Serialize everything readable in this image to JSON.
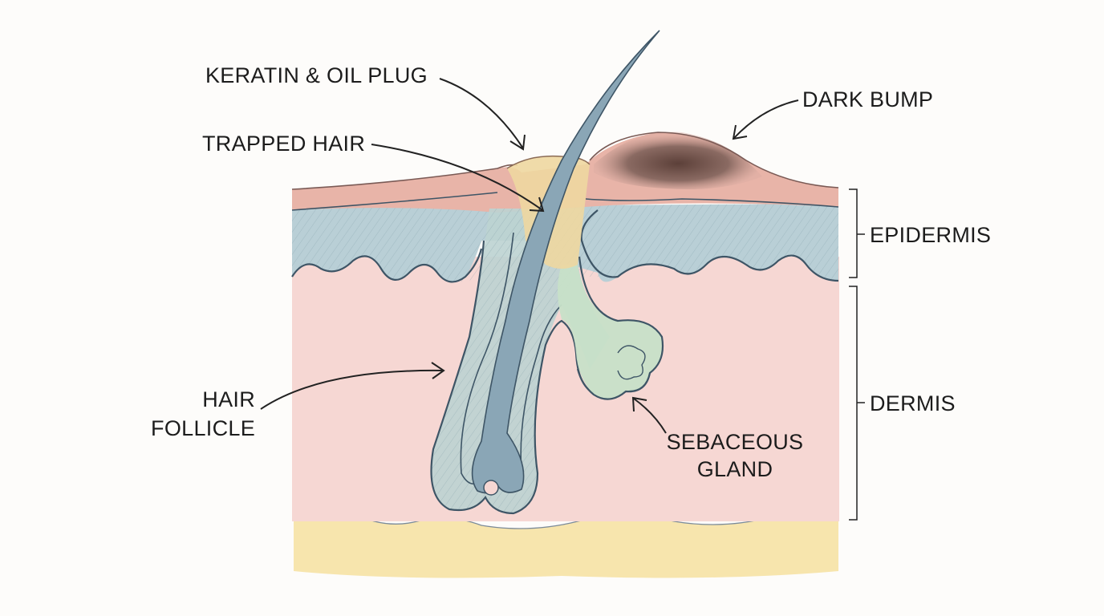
{
  "labels": {
    "plug": "KERATIN & OIL PLUG",
    "trapped_hair": "TRAPPED HAIR",
    "dark_bump": "DARK BUMP",
    "epidermis": "EPIDERMIS",
    "dermis": "DERMIS",
    "hair_follicle_line1": "HAIR",
    "hair_follicle_line2": "FOLLICLE",
    "sebaceous_line1": "SEBACEOUS",
    "sebaceous_line2": "GLAND"
  },
  "colors": {
    "stratum": "#e8b4a8",
    "epidermis": "#b9cfd6",
    "dermis": "#f6d7d3",
    "fat": "#f6e2a4",
    "plug": "#eed7a0",
    "hair": "#8aa6b6",
    "follicle": "#bcd3d2",
    "gland": "#c7e0c8",
    "bump": "#6e5048"
  }
}
